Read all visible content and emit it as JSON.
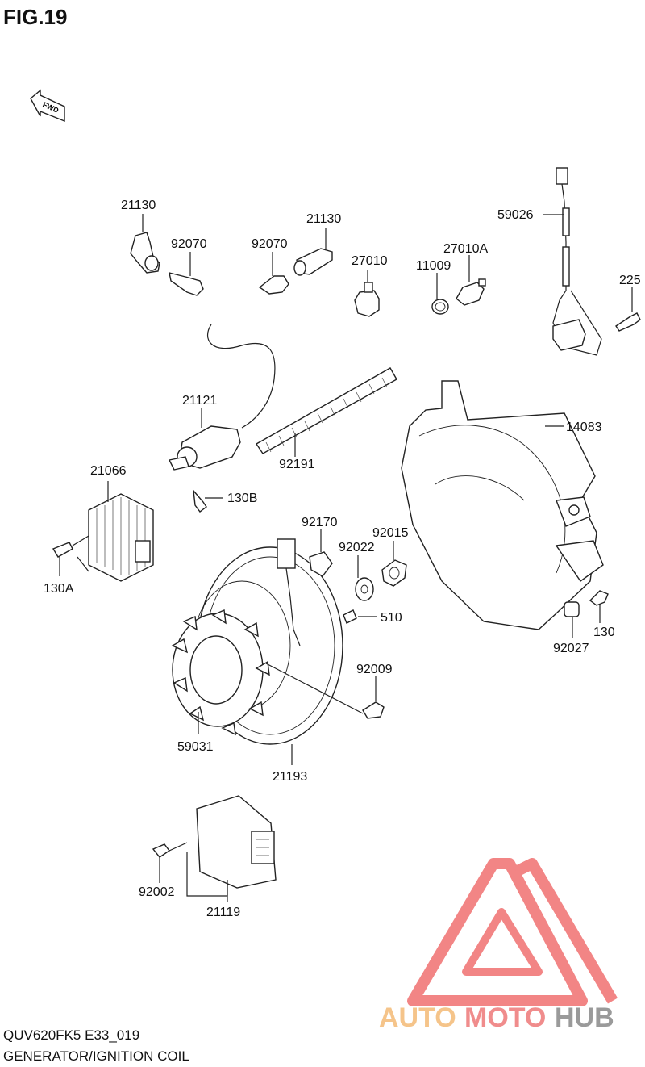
{
  "figure": {
    "title": "FIG.19"
  },
  "fwd_arrow": {
    "label": "FWD"
  },
  "part_labels": [
    {
      "id": "21130-left",
      "text": "21130"
    },
    {
      "id": "92070-left",
      "text": "92070"
    },
    {
      "id": "92070-mid",
      "text": "92070"
    },
    {
      "id": "21130-mid",
      "text": "21130"
    },
    {
      "id": "27010",
      "text": "27010"
    },
    {
      "id": "11009",
      "text": "11009"
    },
    {
      "id": "27010A",
      "text": "27010A"
    },
    {
      "id": "59026",
      "text": "59026"
    },
    {
      "id": "225",
      "text": "225"
    },
    {
      "id": "21121",
      "text": "21121"
    },
    {
      "id": "14083",
      "text": "14083"
    },
    {
      "id": "92191",
      "text": "92191"
    },
    {
      "id": "21066",
      "text": "21066"
    },
    {
      "id": "130B",
      "text": "130B"
    },
    {
      "id": "92170",
      "text": "92170"
    },
    {
      "id": "92015",
      "text": "92015"
    },
    {
      "id": "92022",
      "text": "92022"
    },
    {
      "id": "130A",
      "text": "130A"
    },
    {
      "id": "510",
      "text": "510"
    },
    {
      "id": "130",
      "text": "130"
    },
    {
      "id": "92027",
      "text": "92027"
    },
    {
      "id": "92009",
      "text": "92009"
    },
    {
      "id": "59031",
      "text": "59031"
    },
    {
      "id": "21193",
      "text": "21193"
    },
    {
      "id": "92002",
      "text": "92002"
    },
    {
      "id": "21119",
      "text": "21119"
    }
  ],
  "footer": {
    "model_code": "QUV620FK5 E33_019",
    "caption": "GENERATOR/IGNITION COIL"
  },
  "watermark": {
    "text_auto": "AUTO",
    "text_moto": "MOTO",
    "text_hub": "HUB",
    "colors": {
      "auto": "#f5c48a",
      "moto": "#f08c8c",
      "hub": "#9a9a9a",
      "logo": "#f07070"
    }
  }
}
